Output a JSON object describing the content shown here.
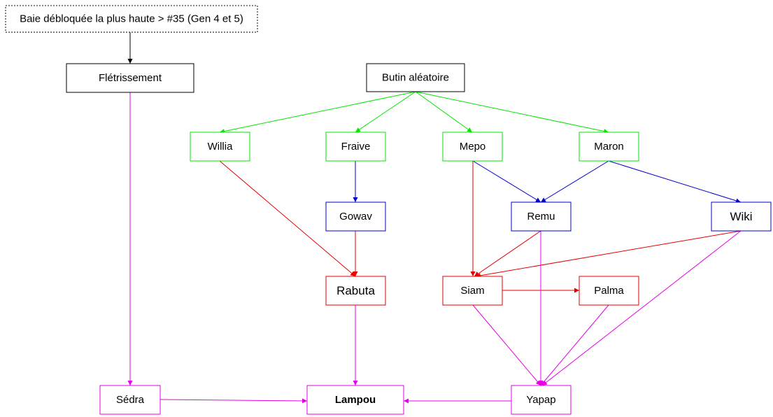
{
  "colors": {
    "black": "#000000",
    "green": "#00e600",
    "blue": "#0000cc",
    "red": "#e60000",
    "magenta": "#e600e6"
  },
  "nodes": {
    "header": {
      "label": "Baie débloquée la plus haute > #35 (Gen 4 et 5)",
      "color": "black",
      "style": "dotted"
    },
    "fletrissement": {
      "label": "Flétrissement",
      "color": "black"
    },
    "butin": {
      "label": "Butin aléatoire",
      "color": "black"
    },
    "willia": {
      "label": "Willia",
      "color": "green"
    },
    "fraive": {
      "label": "Fraive",
      "color": "green"
    },
    "mepo": {
      "label": "Mepo",
      "color": "green"
    },
    "maron": {
      "label": "Maron",
      "color": "green"
    },
    "gowav": {
      "label": "Gowav",
      "color": "blue"
    },
    "remu": {
      "label": "Remu",
      "color": "blue"
    },
    "wiki": {
      "label": "Wiki",
      "color": "blue"
    },
    "rabuta": {
      "label": "Rabuta",
      "color": "red"
    },
    "siam": {
      "label": "Siam",
      "color": "red"
    },
    "palma": {
      "label": "Palma",
      "color": "red"
    },
    "sedra": {
      "label": "Sédra",
      "color": "magenta"
    },
    "lampou": {
      "label": "Lampou",
      "color": "magenta"
    },
    "yapap": {
      "label": "Yapap",
      "color": "magenta"
    }
  },
  "edges": [
    {
      "from": "header",
      "to": "fletrissement",
      "color": "black"
    },
    {
      "from": "butin",
      "to": "willia",
      "color": "green"
    },
    {
      "from": "butin",
      "to": "fraive",
      "color": "green"
    },
    {
      "from": "butin",
      "to": "mepo",
      "color": "green"
    },
    {
      "from": "butin",
      "to": "maron",
      "color": "green"
    },
    {
      "from": "fraive",
      "to": "gowav",
      "color": "blue"
    },
    {
      "from": "mepo",
      "to": "remu",
      "color": "blue"
    },
    {
      "from": "maron",
      "to": "remu",
      "color": "blue"
    },
    {
      "from": "maron",
      "to": "wiki",
      "color": "blue"
    },
    {
      "from": "willia",
      "to": "rabuta",
      "color": "red"
    },
    {
      "from": "gowav",
      "to": "rabuta",
      "color": "red"
    },
    {
      "from": "mepo",
      "to": "siam",
      "color": "red"
    },
    {
      "from": "remu",
      "to": "siam",
      "color": "red"
    },
    {
      "from": "wiki",
      "to": "siam",
      "color": "red"
    },
    {
      "from": "siam",
      "to": "palma",
      "color": "red"
    },
    {
      "from": "fletrissement",
      "to": "sedra",
      "color": "magenta"
    },
    {
      "from": "rabuta",
      "to": "lampou",
      "color": "magenta"
    },
    {
      "from": "sedra",
      "to": "lampou",
      "color": "magenta"
    },
    {
      "from": "yapap",
      "to": "lampou",
      "color": "magenta"
    },
    {
      "from": "remu",
      "to": "yapap",
      "color": "magenta"
    },
    {
      "from": "wiki",
      "to": "yapap",
      "color": "magenta"
    },
    {
      "from": "siam",
      "to": "yapap",
      "color": "magenta"
    },
    {
      "from": "palma",
      "to": "yapap",
      "color": "magenta"
    }
  ]
}
